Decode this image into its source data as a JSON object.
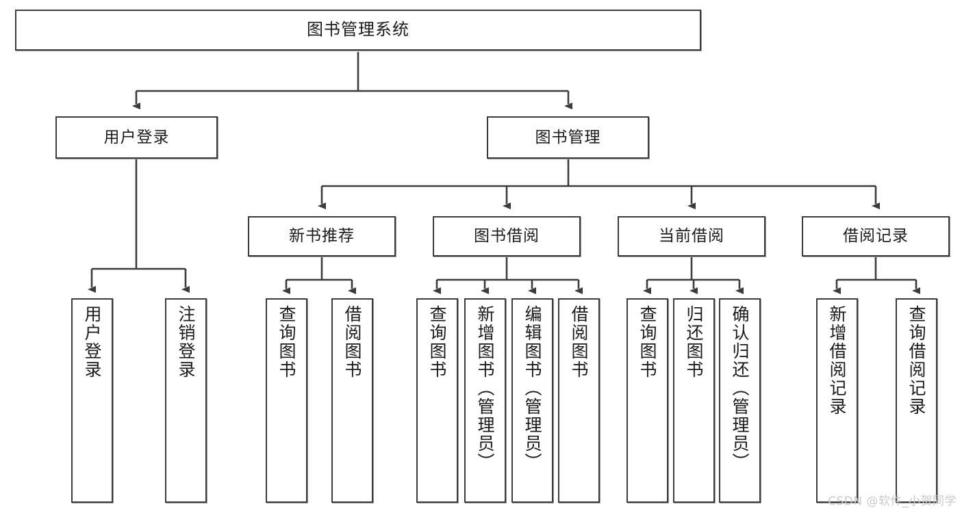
{
  "diagram": {
    "title": "图书管理系统",
    "type": "tree-hierarchy",
    "watermark": "CSDN @软件_小贺同学",
    "colors": {
      "background": "#ffffff",
      "node_border": "#3b3b3b",
      "node_fill": "#ffffff",
      "edge": "#3b3b3b",
      "text": "#1a1a1a",
      "watermark": "#c9c9c9"
    }
  },
  "nodes": {
    "root": {
      "label": "图书管理系统"
    },
    "level2": [
      {
        "label": "用户登录"
      },
      {
        "label": "图书管理"
      }
    ],
    "level3": [
      {
        "label": "新书推荐"
      },
      {
        "label": "图书借阅"
      },
      {
        "label": "当前借阅"
      },
      {
        "label": "借阅记录"
      }
    ],
    "leaves": [
      {
        "label": "用户登录",
        "parent": "用户登录"
      },
      {
        "label": "注销登录",
        "parent": "用户登录"
      },
      {
        "label": "查询图书",
        "parent": "新书推荐"
      },
      {
        "label": "借阅图书",
        "parent": "新书推荐"
      },
      {
        "label": "查询图书",
        "parent": "图书借阅"
      },
      {
        "label": "新增图书（管理员）",
        "parent": "图书借阅"
      },
      {
        "label": "编辑图书（管理员）",
        "parent": "图书借阅"
      },
      {
        "label": "借阅图书",
        "parent": "图书借阅"
      },
      {
        "label": "查询图书",
        "parent": "当前借阅"
      },
      {
        "label": "归还图书",
        "parent": "当前借阅"
      },
      {
        "label": "确认归还（管理员）",
        "parent": "当前借阅"
      },
      {
        "label": "新增借阅记录",
        "parent": "借阅记录"
      },
      {
        "label": "查询借阅记录",
        "parent": "借阅记录"
      }
    ]
  }
}
